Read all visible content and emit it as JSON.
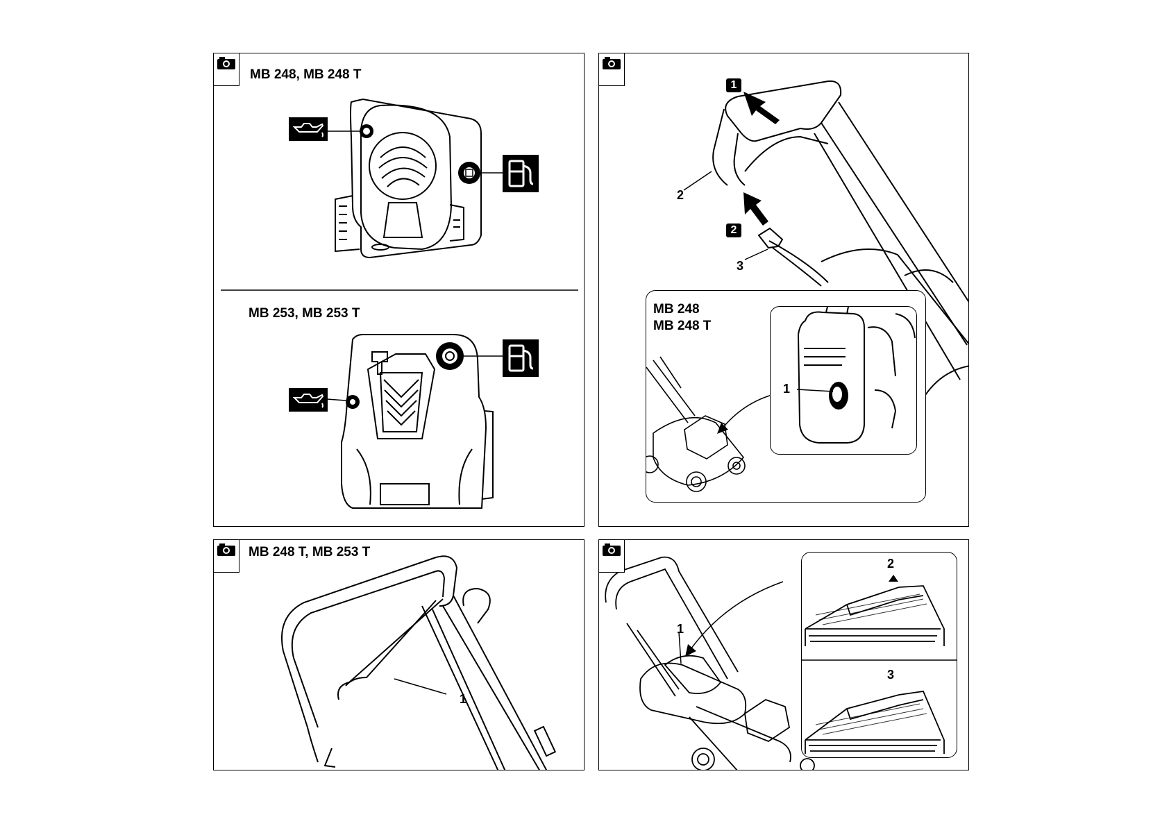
{
  "panels": {
    "engines": {
      "top_title": "MB 248, MB 248 T",
      "bottom_title": "MB 253, MB 253 T",
      "icons": [
        "camera-icon",
        "oil-can-icon",
        "fuel-pump-icon"
      ]
    },
    "handle_controls": {
      "step_1": "1",
      "step_2": "2",
      "callout_2": "2",
      "callout_3": "3",
      "inset_title_line1": "MB 248",
      "inset_title_line2": "MB 248 T",
      "inset_callout_1": "1"
    },
    "brake_bar": {
      "title": "MB 248 T, MB 253 T",
      "callout_1": "1"
    },
    "grass_catcher": {
      "callout_1": "1",
      "callout_2": "2",
      "callout_3": "3"
    }
  }
}
